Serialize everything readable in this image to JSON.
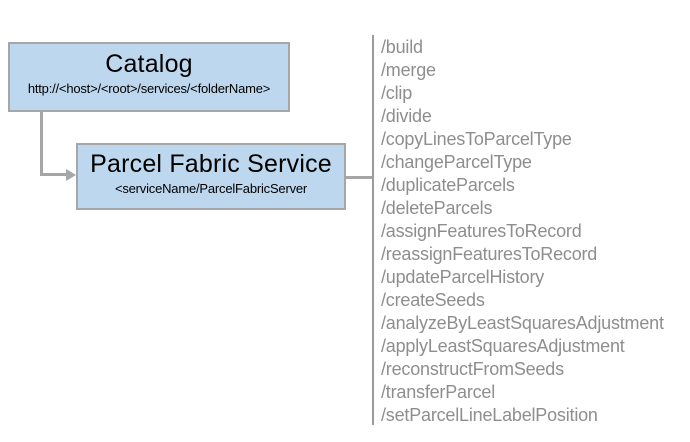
{
  "diagram": {
    "catalog_box": {
      "title": "Catalog",
      "subtitle": "http://<host>/<root>/services/<folderName>"
    },
    "service_box": {
      "title": "Parcel Fabric Service",
      "subtitle": "<serviceName/ParcelFabricServer"
    },
    "endpoints": [
      "/build",
      "/merge",
      "/clip",
      "/divide",
      "/copyLinesToParcelType",
      "/changeParcelType",
      "/duplicateParcels",
      "/deleteParcels",
      "/assignFeaturesToRecord",
      "/reassignFeaturesToRecord",
      "/updateParcelHistory",
      "/createSeeds",
      "/analyzeByLeastSquaresAdjustment",
      "/applyLeastSquaresAdjustment",
      "/reconstructFromSeeds",
      "/transferParcel",
      "/setParcelLineLabelPosition"
    ],
    "colors": {
      "box_fill": "#BDD7EE",
      "box_border": "#A6A6A6",
      "connector": "#A6A6A6",
      "separator": "#9B9B9B",
      "endpoint_text": "#8E8E8E",
      "title_text": "#000000"
    }
  }
}
